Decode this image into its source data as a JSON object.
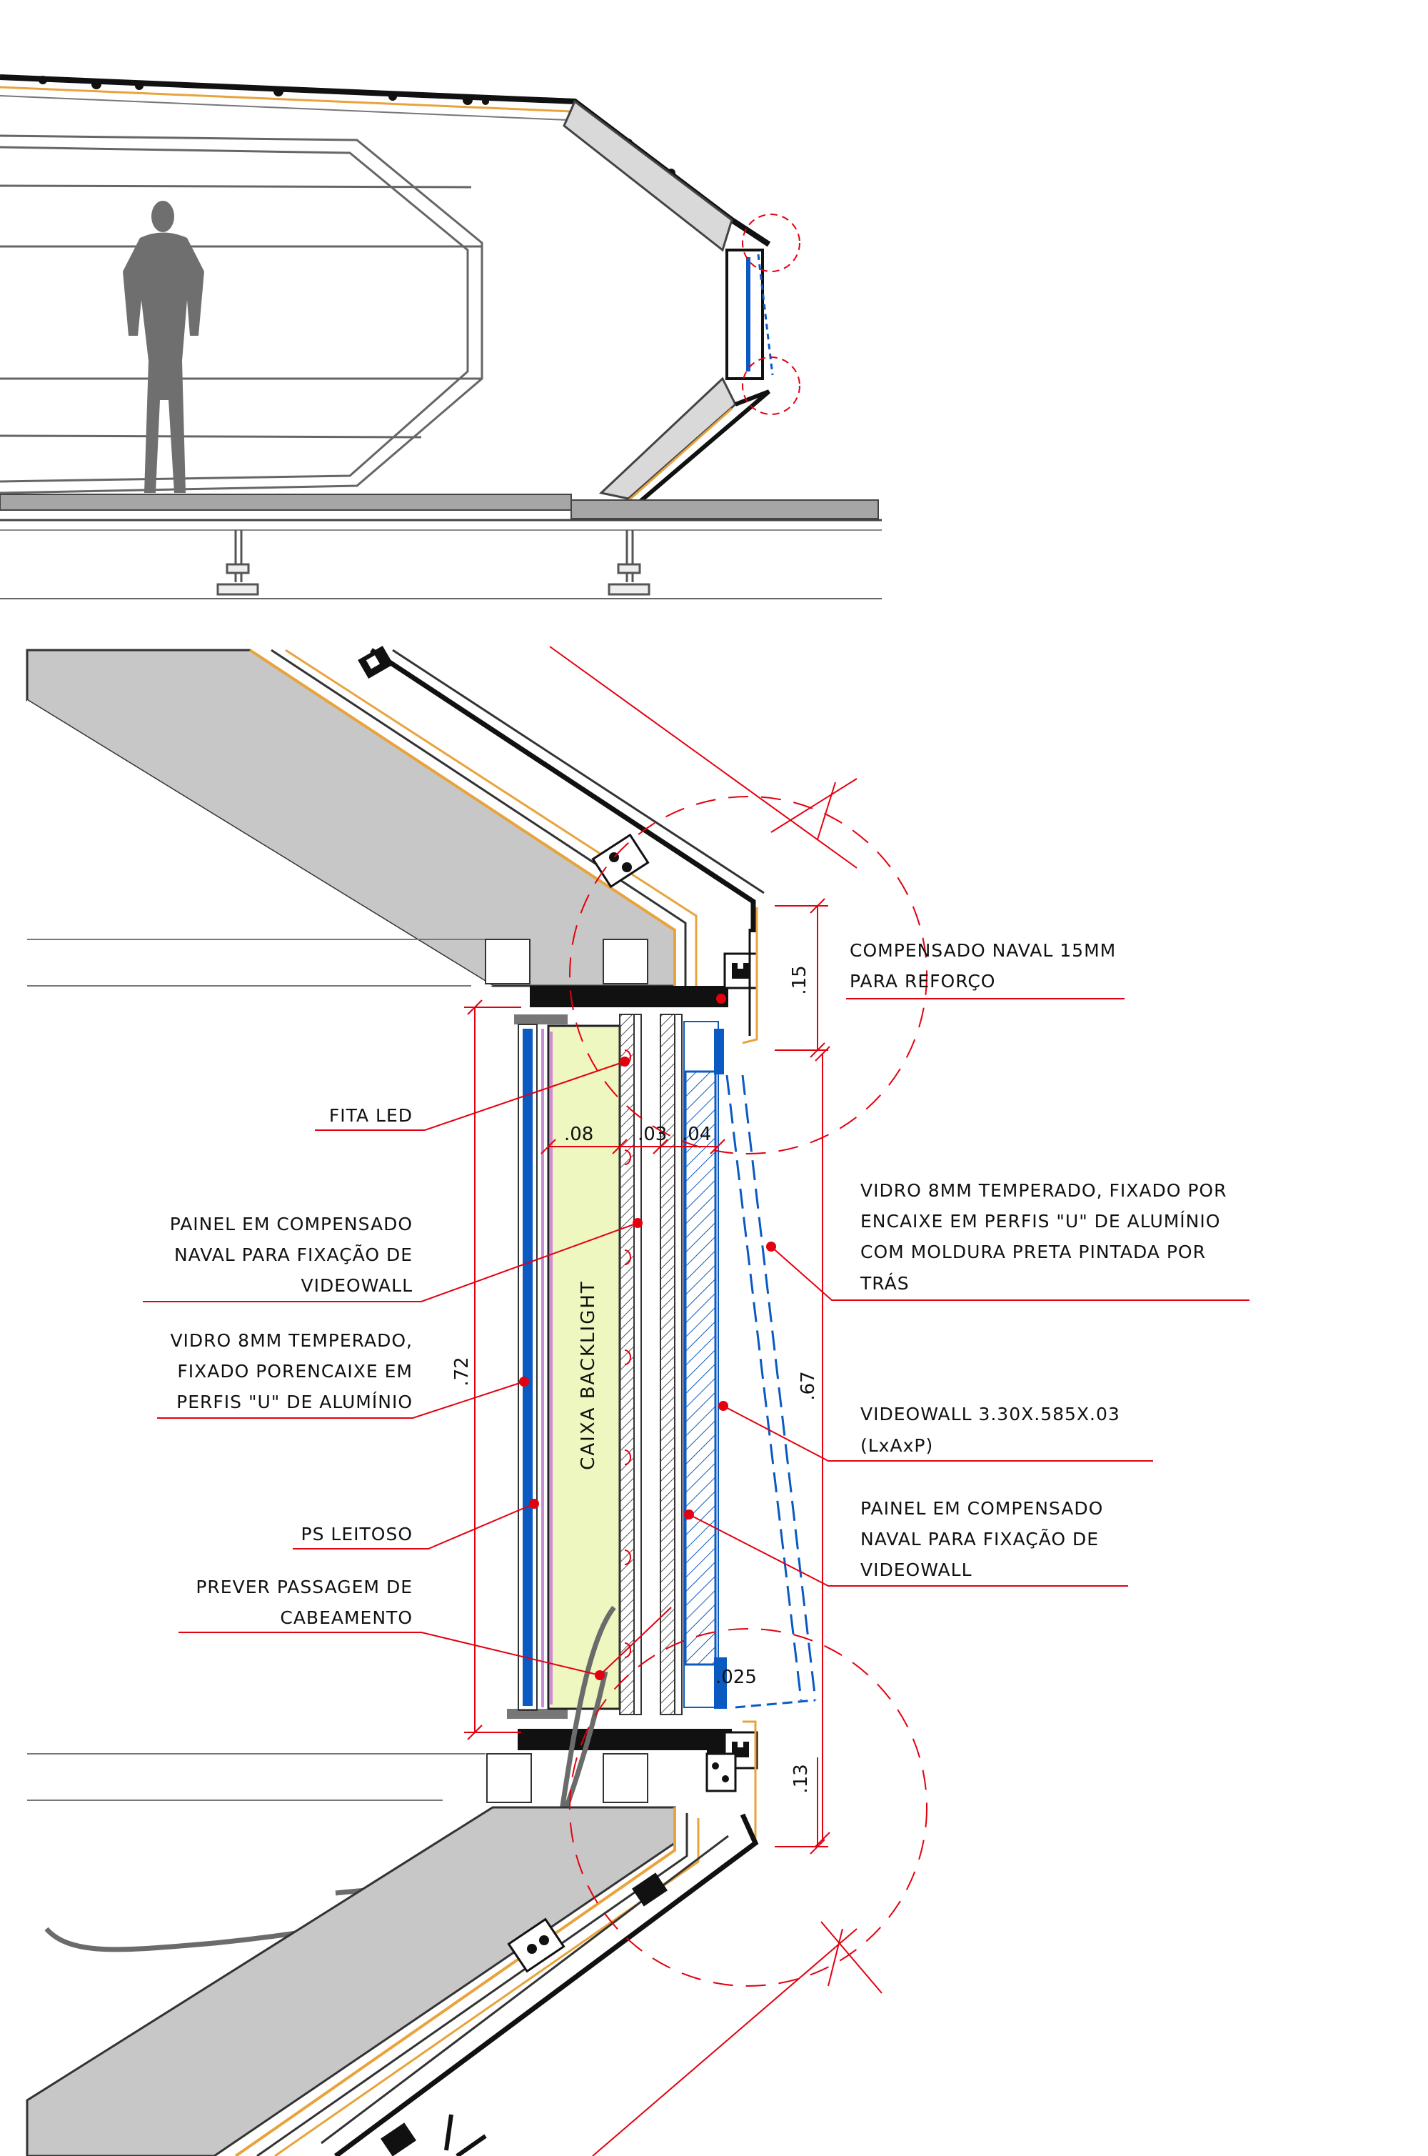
{
  "callouts": {
    "compensado_reforco": [
      "COMPENSADO NAVAL 15MM",
      "PARA REFORÇO"
    ],
    "fita_led": [
      "FITA LED"
    ],
    "painel_videowall_left": [
      "PAINEL EM COMPENSADO",
      "NAVAL PARA FIXAÇÃO DE",
      "VIDEOWALL"
    ],
    "vidro_left": [
      "VIDRO 8MM TEMPERADO,",
      "FIXADO PORENCAIXE EM",
      "PERFIS \"U\" DE ALUMÍNIO"
    ],
    "ps_leitoso": [
      "PS LEITOSO"
    ],
    "cabeamento": [
      "PREVER PASSAGEM DE",
      "CABEAMENTO"
    ],
    "vidro_right": [
      "VIDRO 8MM TEMPERADO, FIXADO POR",
      "ENCAIXE EM PERFIS \"U\" DE ALUMÍNIO",
      "COM MOLDURA PRETA PINTADA POR",
      "TRÁS"
    ],
    "videowall": [
      "VIDEOWALL 3.30X.585X.03",
      "(LxAxP)"
    ],
    "painel_videowall_right": [
      "PAINEL EM COMPENSADO",
      "NAVAL PARA FIXAÇÃO DE",
      "VIDEOWALL"
    ]
  },
  "dimensions": {
    "d015": ".15",
    "d008": ".08",
    "d003": ".03",
    "d004": ".04",
    "d072": ".72",
    "d067": ".67",
    "d0025": ".025",
    "d013": ".13"
  },
  "inner_label": "CAIXA BACKLIGHT",
  "colors": {
    "leader": "#e3000f",
    "glass": "#0a5ac2",
    "wood": "#e8a33d",
    "backlight": "#eef7c0",
    "floor": "#a6a6a6"
  }
}
